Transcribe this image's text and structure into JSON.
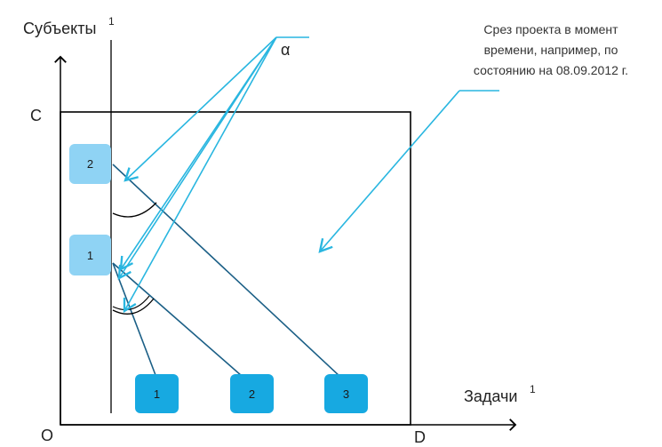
{
  "axes": {
    "y_label": "Субъекты",
    "y_sup": "1",
    "x_label": "Задачи",
    "x_sup": "1",
    "origin": "O",
    "y_point": "C",
    "x_point": "D"
  },
  "alpha": "α",
  "annotation": {
    "line1": "Срез проекта в момент",
    "line2": "времени, например, по",
    "line3": "состоянию на 08.09.2012 г."
  },
  "subjects": [
    {
      "label": "2"
    },
    {
      "label": "1"
    }
  ],
  "tasks": [
    {
      "label": "1"
    },
    {
      "label": "2"
    },
    {
      "label": "3"
    }
  ],
  "colors": {
    "subject_box": "#8fd3f4",
    "task_box": "#17a9e1",
    "link_line": "#1b5f86",
    "pointer_arrow": "#29b6e0",
    "frame": "#000000"
  }
}
